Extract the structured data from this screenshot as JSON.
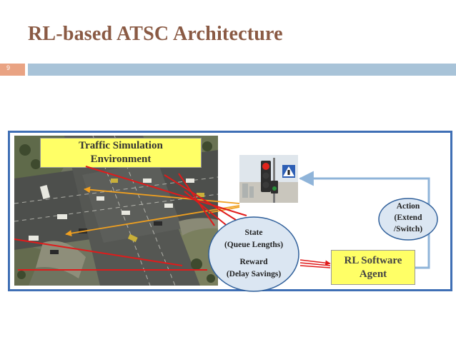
{
  "slide": {
    "title": "RL-based ATSC Architecture",
    "number": "9"
  },
  "diagram": {
    "environment_label": [
      "Traffic Simulation",
      "Environment"
    ],
    "state_lines": [
      "State",
      "(Queue Lengths)",
      "",
      "Reward",
      "(Delay Savings)"
    ],
    "action_lines": [
      "Action",
      "(Extend",
      "/Switch)"
    ],
    "agent_label": [
      "RL Software",
      "Agent"
    ]
  },
  "colors": {
    "title": "#8a5a44",
    "title_bar": "#a8c3d8",
    "slide_number_box": "#e9a383",
    "frame": "#3f6fb5",
    "label_fill": "#ffff66",
    "ellipse_fill": "#dbe6f2",
    "state_arrows": "#e01b1b",
    "queue_arrows": "#f0a020",
    "loop_arrow": "#8fb4d9"
  },
  "icons": [
    "traffic-signal-photo",
    "pedestrian-crossing-sign",
    "intersection-aerial-image"
  ]
}
